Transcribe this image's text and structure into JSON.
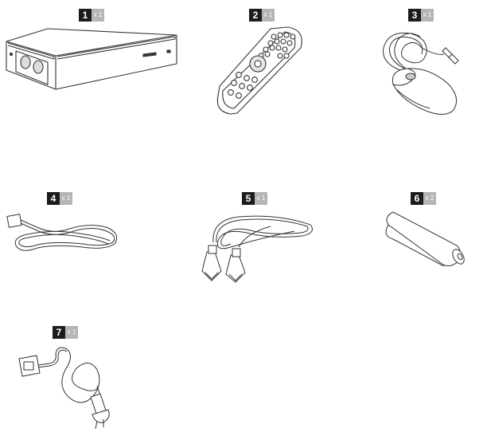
{
  "items": [
    {
      "number": "1",
      "quantity": "x 1",
      "icon": "dvr-recorder-icon"
    },
    {
      "number": "2",
      "quantity": "x 1",
      "icon": "remote-control-icon"
    },
    {
      "number": "3",
      "quantity": "x 1",
      "icon": "usb-mouse-icon"
    },
    {
      "number": "4",
      "quantity": "x 1",
      "icon": "ethernet-cable-icon"
    },
    {
      "number": "5",
      "quantity": "x 1",
      "icon": "hdmi-cable-icon"
    },
    {
      "number": "6",
      "quantity": "x 2",
      "icon": "aaa-battery-icon"
    },
    {
      "number": "7",
      "quantity": "x 1",
      "icon": "power-cable-icon"
    }
  ],
  "colors": {
    "badge_number_bg": "#1c1c1c",
    "badge_quantity_bg": "#b5b5b5",
    "line": "#333333"
  }
}
